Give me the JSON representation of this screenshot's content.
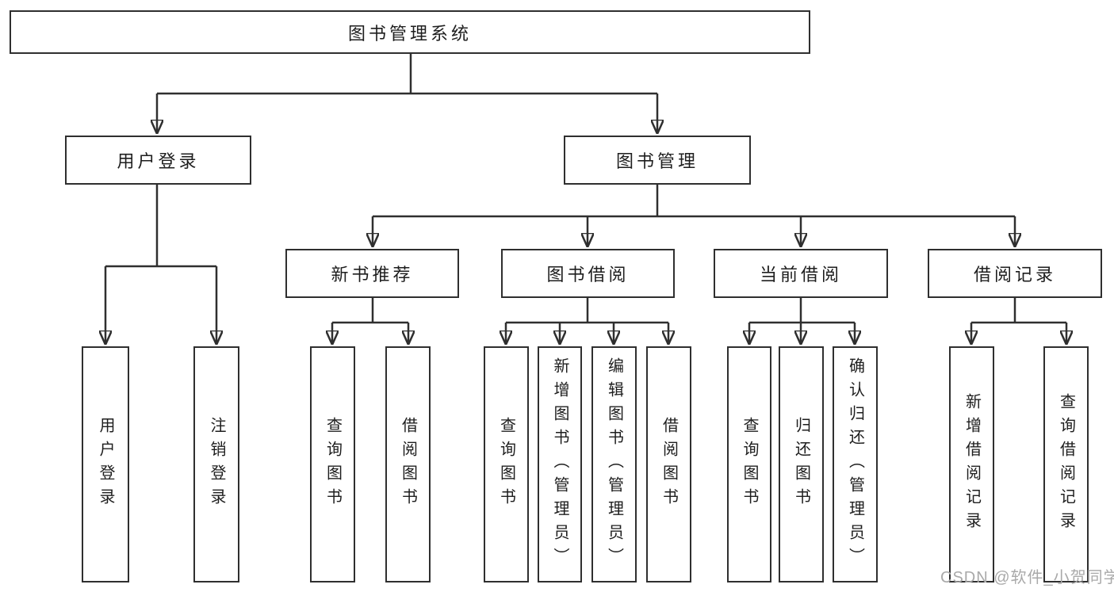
{
  "colors": {
    "line": "#2f2f2f",
    "text": "#1e1e1e",
    "background": "#ffffff",
    "watermark": "#a9a9a9"
  },
  "watermark": {
    "text": "CSDN @软件_小贺同学"
  },
  "tree": {
    "label": "图书管理系统",
    "children": [
      {
        "label": "用户登录",
        "children": [
          {
            "label": "用户登录"
          },
          {
            "label": "注销登录"
          }
        ]
      },
      {
        "label": "图书管理",
        "children": [
          {
            "label": "新书推荐",
            "children": [
              {
                "label": "查询图书"
              },
              {
                "label": "借阅图书"
              }
            ]
          },
          {
            "label": "图书借阅",
            "children": [
              {
                "label": "查询图书"
              },
              {
                "label": "新增图书（管理员）"
              },
              {
                "label": "编辑图书（管理员）"
              },
              {
                "label": "借阅图书"
              }
            ]
          },
          {
            "label": "当前借阅",
            "children": [
              {
                "label": "查询图书"
              },
              {
                "label": "归还图书"
              },
              {
                "label": "确认归还（管理员）"
              }
            ]
          },
          {
            "label": "借阅记录",
            "children": [
              {
                "label": "新增借阅记录"
              },
              {
                "label": "查询借阅记录"
              }
            ]
          }
        ]
      }
    ]
  }
}
